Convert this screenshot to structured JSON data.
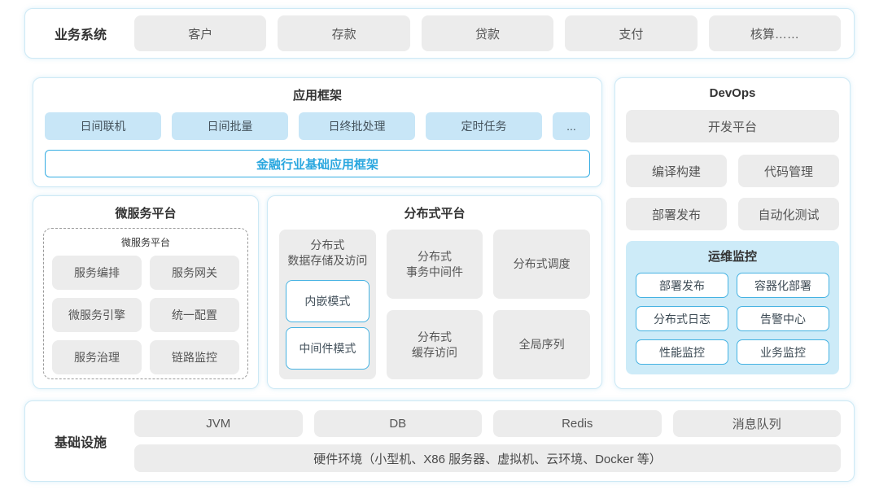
{
  "colors": {
    "panel_border": "#cde9f5",
    "gray_box_bg": "#ececec",
    "blue_chip_bg": "#c8e6f7",
    "accent_blue": "#2aa7df",
    "monitor_panel_bg": "#cdebf8",
    "chip_border_blue": "#45b2e2",
    "text_dark": "#333333",
    "text_gray": "#555555"
  },
  "business": {
    "label": "业务系统",
    "items": [
      "客户",
      "存款",
      "贷款",
      "支付",
      "核算……"
    ]
  },
  "app_framework": {
    "title": "应用框架",
    "chips": [
      "日间联机",
      "日间批量",
      "日终批处理",
      "定时任务",
      "..."
    ],
    "base": "金融行业基础应用框架"
  },
  "microservice": {
    "title": "微服务平台",
    "inner_title": "微服务平台",
    "items": [
      "服务编排",
      "服务网关",
      "微服务引擎",
      "统一配置",
      "服务治理",
      "链路监控"
    ]
  },
  "distributed": {
    "title": "分布式平台",
    "storage": {
      "label_line1": "分布式",
      "label_line2": "数据存储及访问",
      "modes": [
        "内嵌模式",
        "中间件模式"
      ]
    },
    "transaction_line1": "分布式",
    "transaction_line2": "事务中间件",
    "cache_line1": "分布式",
    "cache_line2": "缓存访问",
    "scheduler": "分布式调度",
    "sequence": "全局序列"
  },
  "devops": {
    "title": "DevOps",
    "platform": "开发平台",
    "items": [
      "编译构建",
      "代码管理",
      "部署发布",
      "自动化测试"
    ],
    "monitor": {
      "title": "运维监控",
      "items": [
        "部署发布",
        "容器化部署",
        "分布式日志",
        "告警中心",
        "性能监控",
        "业务监控"
      ]
    }
  },
  "infrastructure": {
    "label": "基础设施",
    "items": [
      "JVM",
      "DB",
      "Redis",
      "消息队列"
    ],
    "hardware": "硬件环境（小型机、X86 服务器、虚拟机、云环境、Docker 等）"
  }
}
